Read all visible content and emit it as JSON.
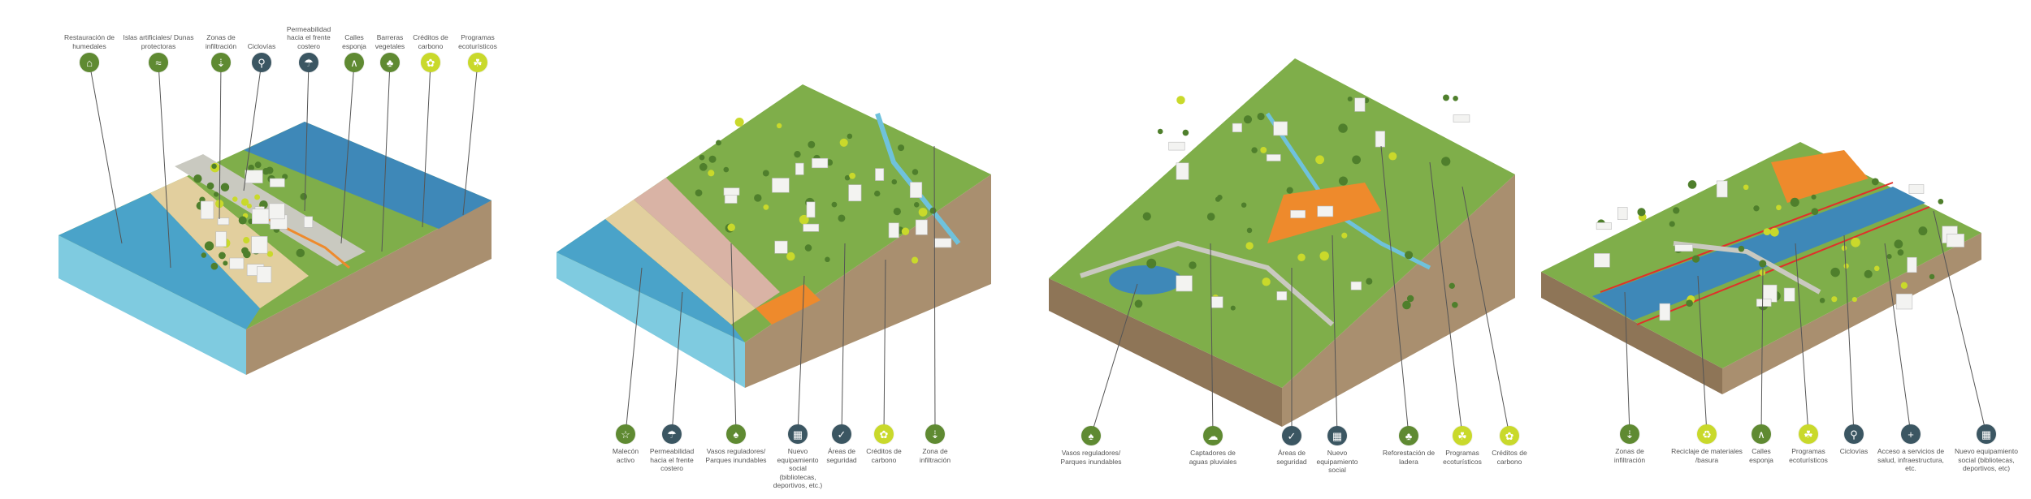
{
  "colors": {
    "green": "#5f8a32",
    "slate": "#3b5662",
    "lime": "#c9d92b",
    "soil": "#a98f6f",
    "soil_dark": "#8e7557",
    "land": "#7fae4a",
    "sea": "#3e8fbf",
    "sea_light": "#6fc2dc",
    "sand": "#e2cf9e",
    "road": "#c9c9c0",
    "orange": "#ee8a2c"
  },
  "panels": [
    {
      "name": "coastal",
      "markers": [
        {
          "label": "Restauración de humedales",
          "icon": "wetland-icon",
          "glyph": "⌂",
          "color": "#5f8a32"
        },
        {
          "label": "Islas artificiales/ Dunas protectoras",
          "icon": "dunes-icon",
          "glyph": "≈",
          "color": "#5f8a32"
        },
        {
          "label": "Zonas de infiltración",
          "icon": "infiltration-icon",
          "glyph": "⇣",
          "color": "#5f8a32"
        },
        {
          "label": "Ciclovías",
          "icon": "bicycle-icon",
          "glyph": "⚲",
          "color": "#3b5662"
        },
        {
          "label": "Permeabilidad hacia el frente costero",
          "icon": "coastal-access-icon",
          "glyph": "☂",
          "color": "#3b5662"
        },
        {
          "label": "Calles esponja",
          "icon": "sponge-street-icon",
          "glyph": "∧",
          "color": "#5f8a32"
        },
        {
          "label": "Barreras vegetales",
          "icon": "vegetation-barrier-icon",
          "glyph": "♣",
          "color": "#5f8a32"
        },
        {
          "label": "Créditos de carbono",
          "icon": "carbon-credit-icon",
          "glyph": "✿",
          "color": "#c9d92b"
        },
        {
          "label": "Programas ecoturísticos",
          "icon": "ecotourism-icon",
          "glyph": "☘",
          "color": "#c9d92b"
        }
      ]
    },
    {
      "name": "coastal-hillside",
      "markers": [
        {
          "label": "Malecón activo",
          "icon": "boardwalk-icon",
          "glyph": "☆",
          "color": "#5f8a32"
        },
        {
          "label": "Permeabilidad hacia el frente costero",
          "icon": "coastal-access-icon",
          "glyph": "☂",
          "color": "#3b5662"
        },
        {
          "label": "Vasos reguladores/ Parques inundables",
          "icon": "flood-park-icon",
          "glyph": "♠",
          "color": "#5f8a32"
        },
        {
          "label": "Nuevo equipamiento social (bibliotecas, deportivos, etc.)",
          "icon": "social-facility-icon",
          "glyph": "▦",
          "color": "#3b5662"
        },
        {
          "label": "Áreas de seguridad",
          "icon": "shield-icon",
          "glyph": "✓",
          "color": "#3b5662"
        },
        {
          "label": "Créditos de carbono",
          "icon": "carbon-credit-icon",
          "glyph": "✿",
          "color": "#c9d92b"
        },
        {
          "label": "Zona de infiltración",
          "icon": "infiltration-icon",
          "glyph": "⇣",
          "color": "#5f8a32"
        }
      ]
    },
    {
      "name": "hillside",
      "markers": [
        {
          "label": "Vasos reguladores/ Parques inundables",
          "icon": "flood-park-icon",
          "glyph": "♠",
          "color": "#5f8a32"
        },
        {
          "label": "Captadores de aguas pluviales",
          "icon": "rain-cloud-icon",
          "glyph": "☁",
          "color": "#5f8a32"
        },
        {
          "label": "Áreas de seguridad",
          "icon": "shield-icon",
          "glyph": "✓",
          "color": "#3b5662"
        },
        {
          "label": "Nuevo equipamiento social",
          "icon": "social-facility-icon",
          "glyph": "▦",
          "color": "#3b5662"
        },
        {
          "label": "Reforestación de ladera",
          "icon": "reforestation-icon",
          "glyph": "♣",
          "color": "#5f8a32"
        },
        {
          "label": "Programas ecoturísticos",
          "icon": "ecotourism-icon",
          "glyph": "☘",
          "color": "#c9d92b"
        },
        {
          "label": "Créditos de carbono",
          "icon": "carbon-credit-icon",
          "glyph": "✿",
          "color": "#c9d92b"
        }
      ]
    },
    {
      "name": "river",
      "markers": [
        {
          "label": "Zonas de infiltración",
          "icon": "infiltration-icon",
          "glyph": "⇣",
          "color": "#5f8a32"
        },
        {
          "label": "Reciclaje de materiales /basura",
          "icon": "recycle-icon",
          "glyph": "♻",
          "color": "#c9d92b"
        },
        {
          "label": "Calles esponja",
          "icon": "sponge-street-icon",
          "glyph": "∧",
          "color": "#5f8a32"
        },
        {
          "label": "Programas ecoturísticos",
          "icon": "ecotourism-icon",
          "glyph": "☘",
          "color": "#c9d92b"
        },
        {
          "label": "Ciclovías",
          "icon": "bicycle-icon",
          "glyph": "⚲",
          "color": "#3b5662"
        },
        {
          "label": "Acceso a servicios de salud, infraestructura, etc.",
          "icon": "health-plus-icon",
          "glyph": "+",
          "color": "#3b5662"
        },
        {
          "label": "Nuevo equipamiento social (bibliotecas, deportivos, etc)",
          "icon": "social-facility-icon",
          "glyph": "▦",
          "color": "#3b5662"
        }
      ]
    }
  ]
}
